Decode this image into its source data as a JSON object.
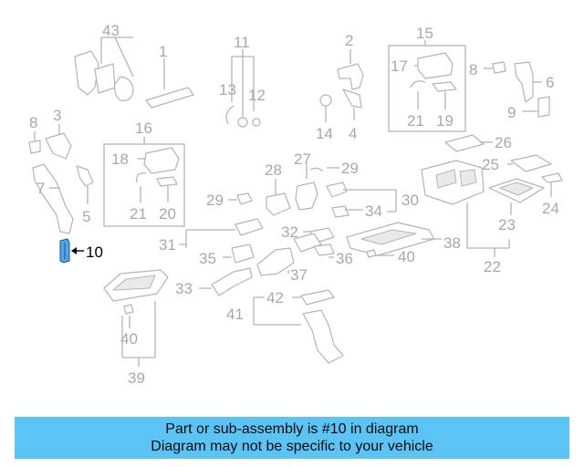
{
  "callouts": [
    {
      "id": "c43",
      "text": "43"
    },
    {
      "id": "c1",
      "text": "1"
    },
    {
      "id": "c11",
      "text": "11"
    },
    {
      "id": "c13",
      "text": "13"
    },
    {
      "id": "c12",
      "text": "12"
    },
    {
      "id": "c2",
      "text": "2"
    },
    {
      "id": "c14",
      "text": "14"
    },
    {
      "id": "c4",
      "text": "4"
    },
    {
      "id": "c15",
      "text": "15"
    },
    {
      "id": "c17",
      "text": "17"
    },
    {
      "id": "c21a",
      "text": "21"
    },
    {
      "id": "c19",
      "text": "19"
    },
    {
      "id": "c8a",
      "text": "8"
    },
    {
      "id": "c6",
      "text": "6"
    },
    {
      "id": "c9",
      "text": "9"
    },
    {
      "id": "c8b",
      "text": "8"
    },
    {
      "id": "c3",
      "text": "3"
    },
    {
      "id": "c7",
      "text": "7"
    },
    {
      "id": "c5",
      "text": "5"
    },
    {
      "id": "c16",
      "text": "16"
    },
    {
      "id": "c18",
      "text": "18"
    },
    {
      "id": "c21b",
      "text": "21"
    },
    {
      "id": "c20",
      "text": "20"
    },
    {
      "id": "c10",
      "text": "10"
    },
    {
      "id": "c27",
      "text": "27"
    },
    {
      "id": "c29a",
      "text": "29"
    },
    {
      "id": "c28",
      "text": "28"
    },
    {
      "id": "c29b",
      "text": "29"
    },
    {
      "id": "c30",
      "text": "30"
    },
    {
      "id": "c34",
      "text": "34"
    },
    {
      "id": "c26",
      "text": "26"
    },
    {
      "id": "c25",
      "text": "25"
    },
    {
      "id": "c24",
      "text": "24"
    },
    {
      "id": "c23",
      "text": "23"
    },
    {
      "id": "c22",
      "text": "22"
    },
    {
      "id": "c38",
      "text": "38"
    },
    {
      "id": "c40a",
      "text": "40"
    },
    {
      "id": "c32",
      "text": "32"
    },
    {
      "id": "c36",
      "text": "36"
    },
    {
      "id": "c31",
      "text": "31"
    },
    {
      "id": "c35",
      "text": "35"
    },
    {
      "id": "c37",
      "text": "37"
    },
    {
      "id": "c33",
      "text": "33"
    },
    {
      "id": "c42",
      "text": "42"
    },
    {
      "id": "c41",
      "text": "41"
    },
    {
      "id": "c40b",
      "text": "40"
    },
    {
      "id": "c39",
      "text": "39"
    }
  ],
  "highlighted_part": "10",
  "colors": {
    "banner": "#5cc4f4",
    "highlight": "#4fa8e8",
    "linework": "#b4b4b4",
    "label": "#a8a8a8"
  },
  "banner": {
    "line1": "Part or sub-assembly is #10 in diagram",
    "line2": "Diagram may not be specific to your vehicle"
  }
}
